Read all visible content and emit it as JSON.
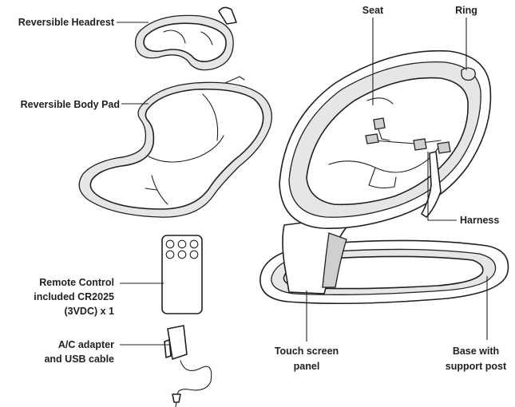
{
  "labels": {
    "headrest": "Reversible Headrest",
    "body_pad": "Reversible Body Pad",
    "remote_1": "Remote Control",
    "remote_2": "included CR2025",
    "remote_3": "(3VDC) x 1",
    "adapter_1": "A/C adapter",
    "adapter_2": "and USB cable",
    "seat": "Seat",
    "ring": "Ring",
    "harness": "Harness",
    "touch_1": "Touch screen",
    "touch_2": "panel",
    "base_1": "Base with",
    "base_2": "support post"
  },
  "colors": {
    "ink": "#231f20",
    "shade": "#e6e6e6",
    "background": "#ffffff"
  }
}
